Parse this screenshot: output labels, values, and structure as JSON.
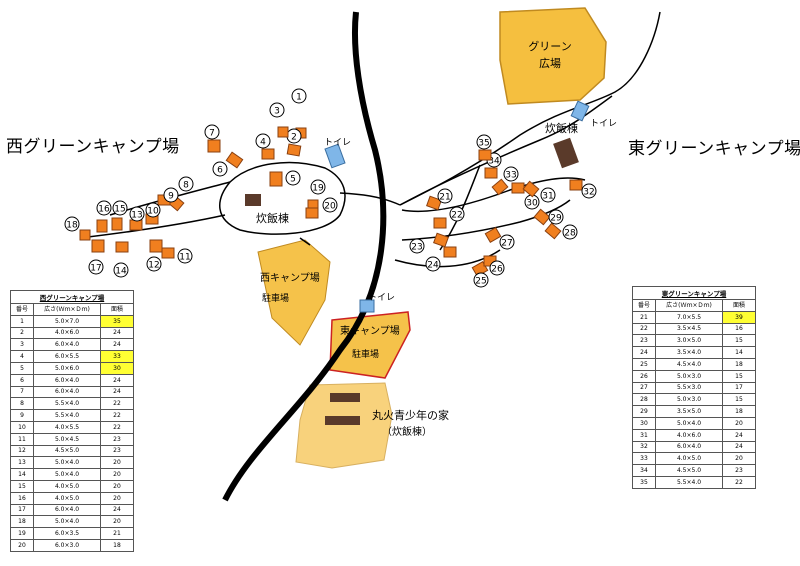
{
  "titles": {
    "west": "西グリーンキャンプ場",
    "east": "東グリーンキャンプ場"
  },
  "map_labels": {
    "green_plaza_line1": "グリーン",
    "green_plaza_line2": "広場",
    "toilet_west": "トイレ",
    "toilet_east": "トイレ",
    "toilet_center": "トイレ",
    "kitchen_west": "炊飯棟",
    "kitchen_east": "炊飯棟",
    "west_parking_line1": "西キャンプ場",
    "west_parking_line2": "駐車場",
    "east_parking_line1": "東キャンプ場",
    "east_parking_line2": "駐車場",
    "youth_house_line1": "丸火青少年の家",
    "youth_house_line2": "（炊飯棟）"
  },
  "site_numbers": [
    "1",
    "2",
    "3",
    "4",
    "5",
    "6",
    "7",
    "8",
    "9",
    "10",
    "11",
    "12",
    "13",
    "14",
    "15",
    "16",
    "17",
    "18",
    "19",
    "20",
    "21",
    "22",
    "23",
    "24",
    "25",
    "26",
    "27",
    "28",
    "29",
    "30",
    "31",
    "32",
    "33",
    "34",
    "35"
  ],
  "west_table": {
    "caption": "西グリーンキャンプ場",
    "headers": [
      "番号",
      "広さ(Ｗｍ×Ｄｍ)",
      "面積"
    ],
    "rows": [
      [
        "1",
        "5.0×7.0",
        "35"
      ],
      [
        "2",
        "4.0×6.0",
        "24"
      ],
      [
        "3",
        "6.0×4.0",
        "24"
      ],
      [
        "4",
        "6.0×5.5",
        "33"
      ],
      [
        "5",
        "5.0×6.0",
        "30"
      ],
      [
        "6",
        "6.0×4.0",
        "24"
      ],
      [
        "7",
        "6.0×4.0",
        "24"
      ],
      [
        "8",
        "5.5×4.0",
        "22"
      ],
      [
        "9",
        "5.5×4.0",
        "22"
      ],
      [
        "10",
        "4.0×5.5",
        "22"
      ],
      [
        "11",
        "5.0×4.5",
        "23"
      ],
      [
        "12",
        "4.5×5.0",
        "23"
      ],
      [
        "13",
        "5.0×4.0",
        "20"
      ],
      [
        "14",
        "5.0×4.0",
        "20"
      ],
      [
        "15",
        "4.0×5.0",
        "20"
      ],
      [
        "16",
        "4.0×5.0",
        "20"
      ],
      [
        "17",
        "6.0×4.0",
        "24"
      ],
      [
        "18",
        "5.0×4.0",
        "20"
      ],
      [
        "19",
        "6.0×3.5",
        "21"
      ],
      [
        "20",
        "6.0×3.0",
        "18"
      ]
    ],
    "highlighted": [
      "1",
      "4",
      "5"
    ]
  },
  "east_table": {
    "caption": "東グリーンキャンプ場",
    "headers": [
      "番号",
      "広さ(Ｗｍ×Ｄｍ)",
      "面積"
    ],
    "rows": [
      [
        "21",
        "7.0×5.5",
        "39"
      ],
      [
        "22",
        "3.5×4.5",
        "16"
      ],
      [
        "23",
        "3.0×5.0",
        "15"
      ],
      [
        "24",
        "3.5×4.0",
        "14"
      ],
      [
        "25",
        "4.5×4.0",
        "18"
      ],
      [
        "26",
        "5.0×3.0",
        "15"
      ],
      [
        "27",
        "5.5×3.0",
        "17"
      ],
      [
        "28",
        "5.0×3.0",
        "15"
      ],
      [
        "29",
        "3.5×5.0",
        "18"
      ],
      [
        "30",
        "5.0×4.0",
        "20"
      ],
      [
        "31",
        "4.0×6.0",
        "24"
      ],
      [
        "32",
        "6.0×4.0",
        "24"
      ],
      [
        "33",
        "4.0×5.0",
        "20"
      ],
      [
        "34",
        "4.5×5.0",
        "23"
      ],
      [
        "35",
        "5.5×4.0",
        "22"
      ]
    ],
    "highlighted": [
      "21"
    ]
  },
  "colors": {
    "site": "#f07f1f",
    "plaza": "#f5bf3f",
    "parking": "#f5c24a",
    "youth_house": "#f8d27c",
    "kitchen": "#5a3a2a",
    "toilet": "#7fb6e8",
    "highlight": "#ffff33",
    "parking_border": "#cc2222"
  }
}
